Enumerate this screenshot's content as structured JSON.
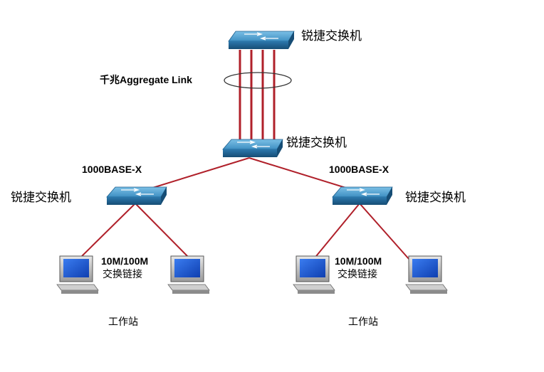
{
  "labels": {
    "core_switch": "锐捷交换机",
    "aggregate_link": "千兆Aggregate Link",
    "dist_switch": "锐捷交换机",
    "uplink_left": "1000BASE-X",
    "uplink_right": "1000BASE-X",
    "access_switch_left": "锐捷交换机",
    "access_switch_right": "锐捷交换机",
    "speed_left": "10M/100M",
    "link_left": "交换链接",
    "speed_right": "10M/100M",
    "link_right": "交换链接",
    "workstation_left": "工作站",
    "workstation_right": "工作站"
  },
  "colors": {
    "link": "#b0202a",
    "switch_top": "#3e8fc2",
    "switch_side": "#1d5f8e",
    "screen": "#1f56d6"
  }
}
